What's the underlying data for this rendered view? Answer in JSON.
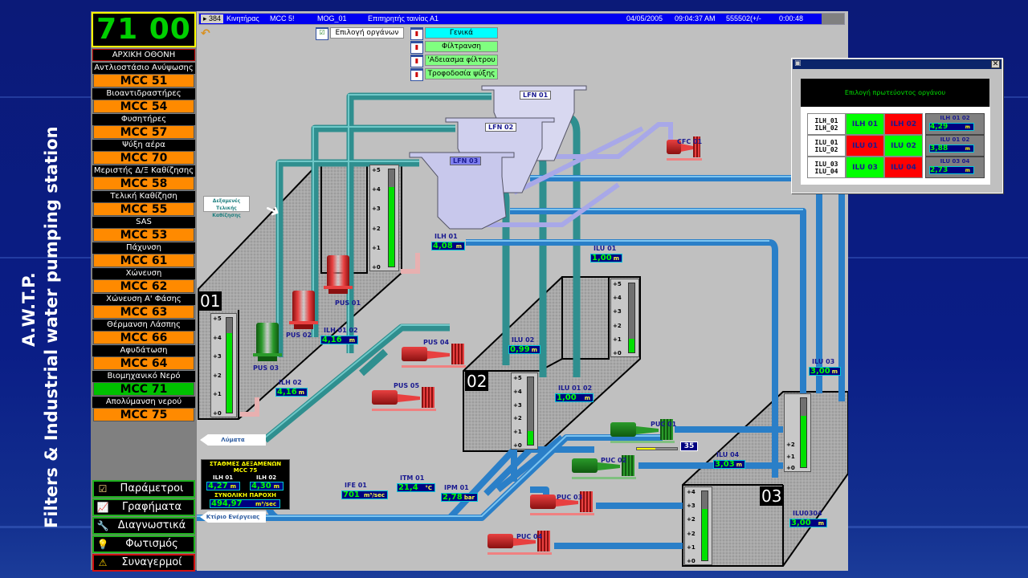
{
  "side_titles": {
    "line1": "A.W.T.P.",
    "line2": "Filters & Industrial water pumping station"
  },
  "clock": "71 00",
  "home_label": "ΑΡΧΙΚΗ ΟΘΟΝΗ",
  "stations": [
    {
      "label": "Αντλιοστάσιο Ανύψωσης",
      "button": "MCC 51",
      "active": false
    },
    {
      "label": "Βιοαντιδραστήρες",
      "button": "MCC 54",
      "active": false
    },
    {
      "label": "Φυσητήρες",
      "button": "MCC 57",
      "active": false
    },
    {
      "label": "Ψύξη αέρα",
      "button": "MCC 70",
      "active": false
    },
    {
      "label": "Μεριστής Δ/Ξ Καθίζησης",
      "button": "MCC 58",
      "active": false
    },
    {
      "label": "Τελική Καθίζηση",
      "button": "MCC 55",
      "active": false
    },
    {
      "label": "SAS",
      "button": "MCC 53",
      "active": false
    },
    {
      "label": "Πάχυνση",
      "button": "MCC 61",
      "active": false
    },
    {
      "label": "Χώνευση",
      "button": "MCC 62",
      "active": false
    },
    {
      "label": "Χώνευση Α' Φάσης",
      "button": "MCC 63",
      "active": false
    },
    {
      "label": "Θέρμανση Λάσπης",
      "button": "MCC 66",
      "active": false
    },
    {
      "label": "Αφυδάτωση",
      "button": "MCC 64",
      "active": false
    },
    {
      "label": "Βιομηχανικό Νερό",
      "button": "MCC 71",
      "active": true
    },
    {
      "label": "Απολύμανση νερού",
      "button": "MCC 75",
      "active": false
    }
  ],
  "menu": [
    {
      "label": "Παράμετροι",
      "icon": "checklist-icon"
    },
    {
      "label": "Γραφήματα",
      "icon": "chart-icon"
    },
    {
      "label": "Διαγνωστικά",
      "icon": "tools-icon"
    },
    {
      "label": "Φωτισμός",
      "icon": "lightbulb-icon"
    },
    {
      "label": "Συναγερμοί",
      "icon": "warning-icon"
    }
  ],
  "titlebar": {
    "count": "384",
    "type": "Κινητήρας",
    "mcc": "MCC 5!",
    "device": "MOG_01",
    "description": "Επιτηρητής ταινίας Α1",
    "date": "04/05/2005",
    "time": "09:04:37 AM",
    "code": "555502(+/-",
    "elapsed": "0:00:48"
  },
  "toolbar": {
    "instrument_select": "Επιλογή οργάνων",
    "views": [
      {
        "label": "Γενικά",
        "color": "#00ffff"
      },
      {
        "label": "Φίλτρανση",
        "color": "#80ff80"
      },
      {
        "label": "'Αδειασμα φίλτρου",
        "color": "#80ff80"
      },
      {
        "label": "Τροφοδοσία ψύξης",
        "color": "#80ff80"
      }
    ]
  },
  "filters": [
    "LFN 01",
    "LFN 02",
    "LFN 03"
  ],
  "pumps": [
    "PUS 01",
    "PUS 02",
    "PUS 03",
    "PUS 04",
    "PUS 05",
    "PUC 01",
    "PUC 02",
    "PUC 03",
    "PUC 04",
    "CFC 01"
  ],
  "pump_status": {
    "PUS 01": "stopped",
    "PUS 02": "stopped",
    "PUS 03": "running",
    "PUS 04": "stopped",
    "PUS 05": "stopped",
    "PUC 01": "running",
    "PUC 02": "running",
    "PUC 03": "stopped",
    "PUC 04": "stopped",
    "CFC 01": "stopped"
  },
  "puc01_speed": "35",
  "tanks": [
    "01",
    "02",
    "03"
  ],
  "tank_callout": "Δεξαμενές Τελικής Καθίζησης",
  "readouts": [
    {
      "id": "ilh01",
      "label": "ILH 01",
      "value": "4,08",
      "unit": "m"
    },
    {
      "id": "ilu01",
      "label": "ILU 01",
      "value": "1,00",
      "unit": "m"
    },
    {
      "id": "ilh0102",
      "label": "ILH 01 02",
      "value": "4,16",
      "unit": "m"
    },
    {
      "id": "ilh02",
      "label": "ILH 02",
      "value": "4,16",
      "unit": "m"
    },
    {
      "id": "ilu02",
      "label": "ILU 02",
      "value": "0,99",
      "unit": "m"
    },
    {
      "id": "ilu0102",
      "label": "ILU 01 02",
      "value": "1,00",
      "unit": "m"
    },
    {
      "id": "ilu03",
      "label": "ILU 03",
      "value": "3,00",
      "unit": "m"
    },
    {
      "id": "ilu04",
      "label": "ILU 04",
      "value": "3,03",
      "unit": "m"
    },
    {
      "id": "ilu0304",
      "label": "ILU0304",
      "value": "3,00",
      "unit": "m"
    },
    {
      "id": "ife01",
      "label": "IFE 01",
      "value": "701",
      "unit": "m³/sec"
    },
    {
      "id": "itm01",
      "label": "ITM 01",
      "value": "21,4",
      "unit": "°C"
    },
    {
      "id": "ipm01",
      "label": "IPM 01",
      "value": "2,78",
      "unit": "bar"
    }
  ],
  "gauges": [
    {
      "id": "g01front",
      "ticks": [
        "+5",
        "+4",
        "+3",
        "+2",
        "+1",
        "+0"
      ],
      "max": 5,
      "level": 4.2
    },
    {
      "id": "g01back",
      "ticks": [
        "+5",
        "+4",
        "+3",
        "+2",
        "+1",
        "+0"
      ],
      "max": 5,
      "level": 4.1
    },
    {
      "id": "gilu01",
      "ticks": [
        "+5",
        "+4",
        "+3",
        "+2",
        "+1",
        "+0"
      ],
      "max": 5,
      "level": 1.0
    },
    {
      "id": "g02",
      "ticks": [
        "+5",
        "+4",
        "+3",
        "+2",
        "+1",
        "+0"
      ],
      "max": 5,
      "level": 1.0
    },
    {
      "id": "g03back",
      "ticks": [
        "",
        "",
        "",
        "",
        "+2",
        "+1",
        "+0"
      ],
      "max": 4,
      "level": 3.0
    },
    {
      "id": "g03front",
      "ticks": [
        "+4",
        "+3",
        "+2",
        "+2",
        "+1",
        "+0"
      ],
      "max": 4,
      "level": 3.0
    }
  ],
  "flows": {
    "wastewater": "Λύματα",
    "energy_building": "Κτίριο Ενέργειας"
  },
  "stations_panel": {
    "title": "ΣΤΑΘΜΕΣ ΔΕΞΑΜΕΝΩΝ",
    "subtitle": "MCC 75",
    "ilh01_label": "ILH 01",
    "ilh01": "4,27",
    "ilh02_label": "ILH 02",
    "ilh02": "4,30",
    "unit": "m",
    "total_label": "ΣΥΝΟΛΙΚΗ ΠΑΡΟΧΗ",
    "total": "494,97",
    "total_unit": "m³/sec"
  },
  "popup": {
    "title": "Επιλογή πρωτεύοντος οργάνου",
    "rows": [
      {
        "names": [
          "ILH_01",
          "ILH_02"
        ],
        "a": "ILH 01",
        "a_color": "#00ff00",
        "b": "ILH 02",
        "b_color": "#ff0000",
        "meas_label": "ILH 01 02",
        "meas": "4,29",
        "unit": "m"
      },
      {
        "names": [
          "ILU_01",
          "ILU_02"
        ],
        "a": "ILU 01",
        "a_color": "#ff0000",
        "b": "ILU 02",
        "b_color": "#00ff00",
        "meas_label": "ILU 01 02",
        "meas": "3,88",
        "unit": "m"
      },
      {
        "names": [
          "ILU_03",
          "ILU_04"
        ],
        "a": "ILU 03",
        "a_color": "#00ff00",
        "b": "ILU 04",
        "b_color": "#ff0000",
        "meas_label": "ILU 03 04",
        "meas": "2,73",
        "unit": "m"
      }
    ]
  }
}
